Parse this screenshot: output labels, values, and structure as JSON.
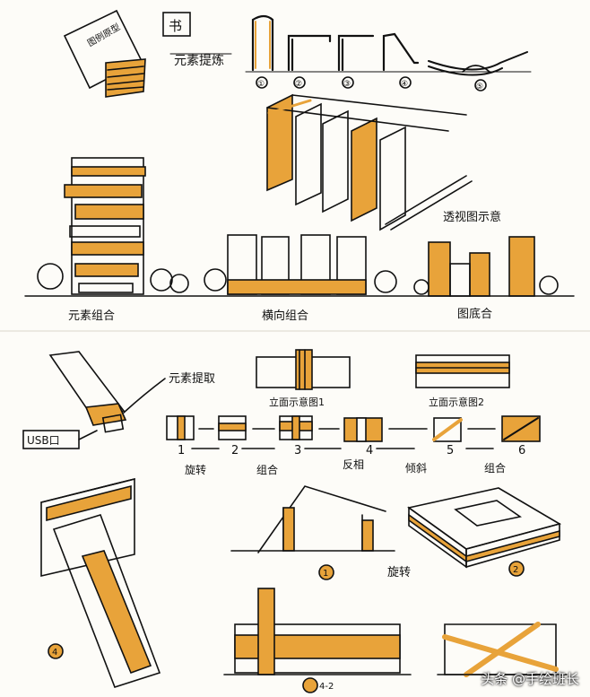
{
  "top": {
    "box_label": "图例原型",
    "header_char": "书",
    "extract_label": "元素提炼",
    "steps": [
      "①",
      "②",
      "③",
      "④",
      "⑤"
    ],
    "perspective_label": "透视图示意",
    "label_combine": "元素组合",
    "label_horizontal": "横向组合",
    "label_figure": "图底合"
  },
  "bottom": {
    "extract_label": "元素提取",
    "usb_label": "USB口",
    "elev1": "立面示意图1",
    "elev2": "立面示意图2",
    "seq_nums": [
      "1",
      "2",
      "3",
      "4",
      "5",
      "6"
    ],
    "seq_words": [
      "旋转",
      "组合",
      "反相",
      "倾斜",
      "组合"
    ],
    "rotate_label": "旋转",
    "marker1": "1",
    "marker2": "2",
    "marker4": "4",
    "marker42": "4-2"
  },
  "watermark": "头条 @手绘班长",
  "colors": {
    "ink": "#111111",
    "ochre": "#e8a33a",
    "paper": "#fdfcf8"
  }
}
